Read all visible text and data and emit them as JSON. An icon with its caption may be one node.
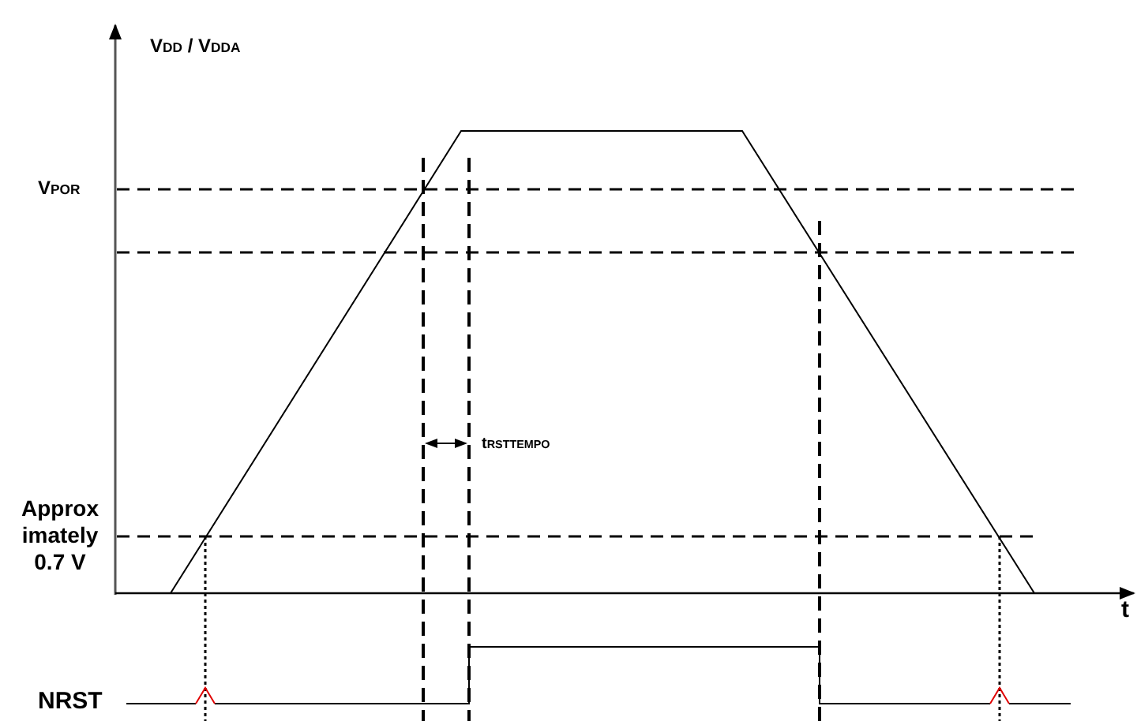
{
  "diagram": {
    "labels": [
      "V$_{DD}$ / V$_{DDA}$",
      "V$_{POR}$",
      "t$_{RSTTEMPO}$",
      "Approx imately 0.7 V",
      "NRST",
      "t"
    ]
  }
}
